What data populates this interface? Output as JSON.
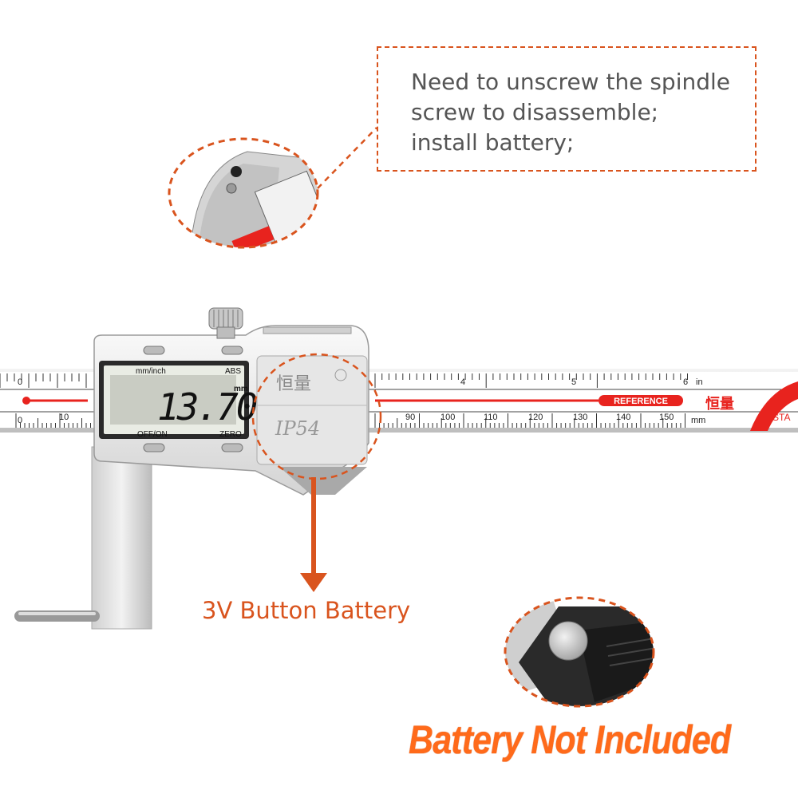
{
  "callout": {
    "lines": [
      "Need to unscrew the spindle",
      "screw to disassemble;",
      "install battery;"
    ]
  },
  "display": {
    "mode_label": "mm/inch",
    "abs_label": "ABS",
    "reading": "13.70",
    "unit": "mm",
    "off_on_label": "OFF/ON",
    "zero_label": "ZERO"
  },
  "brand": {
    "logo_text": "恒量",
    "ip_rating": "IP54"
  },
  "ruler": {
    "inch_marks": [
      "0",
      "4",
      "5",
      "6",
      "in"
    ],
    "mm_marks": [
      "0",
      "10",
      "90",
      "100",
      "110",
      "120",
      "130",
      "140",
      "150",
      "mm"
    ],
    "reference_label": "REFERENCE",
    "right_brand": "恒量",
    "right_text": "STA"
  },
  "battery_label": "3V Button Battery",
  "not_included": "Battery Not Included",
  "colors": {
    "accent": "#d9541e",
    "highlight": "#ff6a1a",
    "ruler_red": "#e8231e"
  }
}
